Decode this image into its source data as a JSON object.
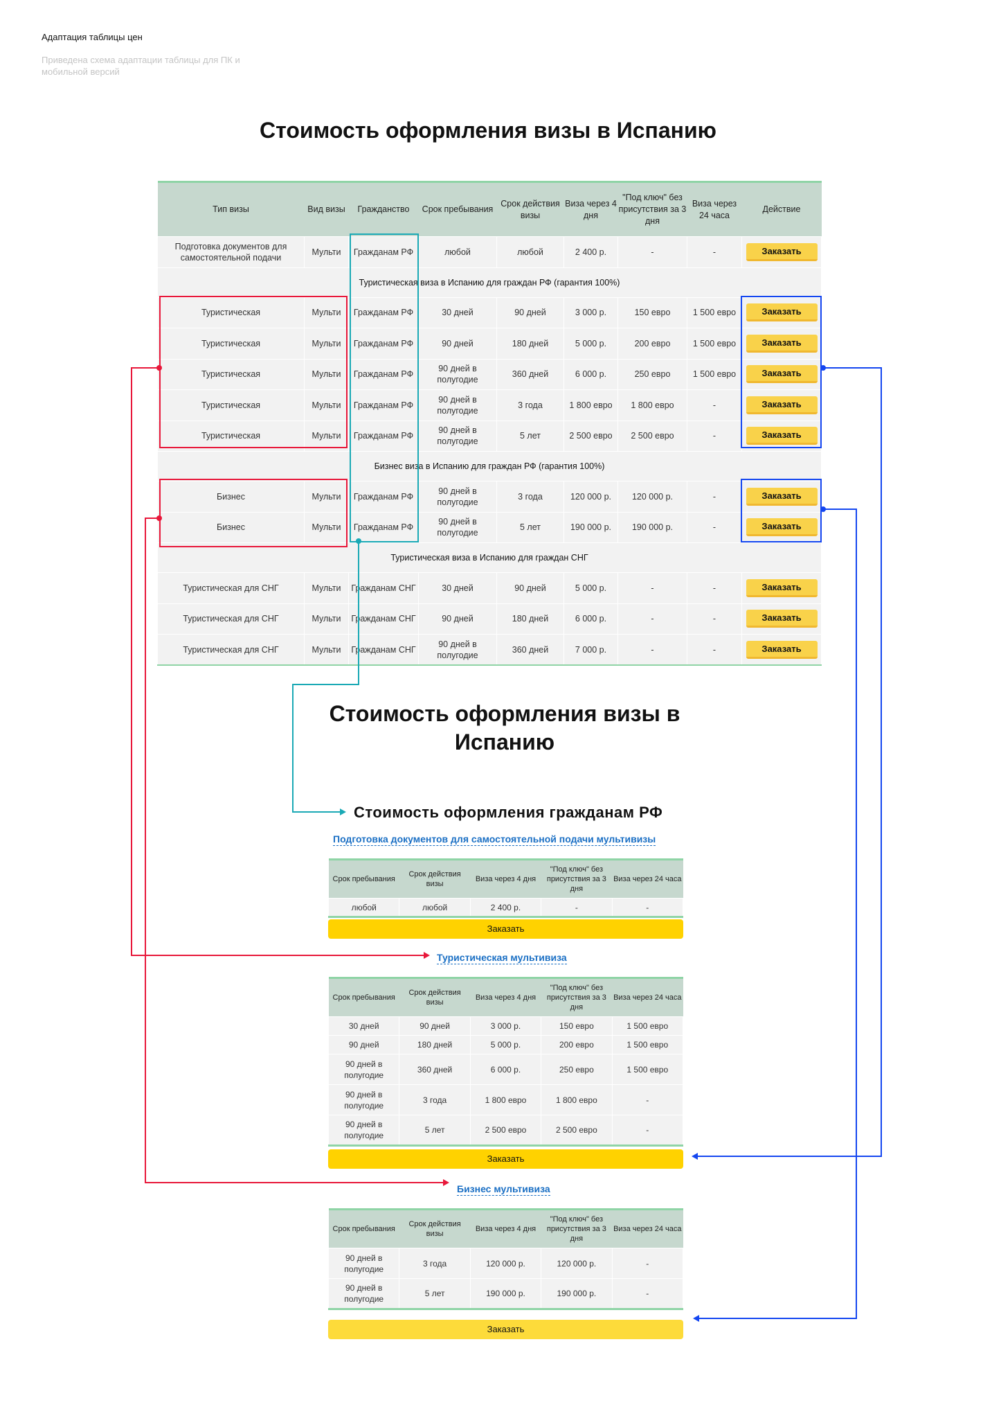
{
  "header": {
    "title": "Адаптация таблицы цен",
    "subtitle": "Приведена схема адаптации таблицы для ПК и мобильной версий"
  },
  "desktop": {
    "title": "Стоимость оформления визы в Испанию",
    "columns": [
      "Тип визы",
      "Вид визы",
      "Гражданство",
      "Срок пребывания",
      "Срок действия визы",
      "Виза через 4 дня",
      "\"Под ключ\" без присутствия за 3 дня",
      "Виза через 24 часа",
      "Действие"
    ],
    "button_label": "Заказать",
    "rows": [
      {
        "cells": [
          "Подготовка документов для самостоятельной подачи",
          "Мульти",
          "Гражданам РФ",
          "любой",
          "любой",
          "2 400 р.",
          "-",
          "-"
        ]
      },
      {
        "section": "Туристическая виза в Испанию для граждан РФ (гарантия 100%)"
      },
      {
        "cells": [
          "Туристическая",
          "Мульти",
          "Гражданам РФ",
          "30 дней",
          "90 дней",
          "3 000 р.",
          "150 евро",
          "1 500 евро"
        ]
      },
      {
        "cells": [
          "Туристическая",
          "Мульти",
          "Гражданам РФ",
          "90 дней",
          "180 дней",
          "5 000 р.",
          "200 евро",
          "1 500 евро"
        ]
      },
      {
        "cells": [
          "Туристическая",
          "Мульти",
          "Гражданам РФ",
          "90 дней в полугодие",
          "360 дней",
          "6 000 р.",
          "250 евро",
          "1 500 евро"
        ]
      },
      {
        "cells": [
          "Туристическая",
          "Мульти",
          "Гражданам РФ",
          "90 дней в полугодие",
          "3 года",
          "1 800 евро",
          "1 800 евро",
          "-"
        ]
      },
      {
        "cells": [
          "Туристическая",
          "Мульти",
          "Гражданам РФ",
          "90 дней в полугодие",
          "5 лет",
          "2 500 евро",
          "2 500 евро",
          "-"
        ]
      },
      {
        "section": "Бизнес виза в Испанию для граждан РФ (гарантия 100%)"
      },
      {
        "cells": [
          "Бизнес",
          "Мульти",
          "Гражданам РФ",
          "90 дней в полугодие",
          "3 года",
          "120 000 р.",
          "120 000 р.",
          "-"
        ]
      },
      {
        "cells": [
          "Бизнес",
          "Мульти",
          "Гражданам РФ",
          "90 дней в полугодие",
          "5 лет",
          "190 000 р.",
          "190 000 р.",
          "-"
        ]
      },
      {
        "section": "Туристическая виза в Испанию для граждан СНГ"
      },
      {
        "cells": [
          "Туристическая для СНГ",
          "Мульти",
          "Гражданам СНГ",
          "30 дней",
          "90 дней",
          "5 000 р.",
          "-",
          "-"
        ]
      },
      {
        "cells": [
          "Туристическая для СНГ",
          "Мульти",
          "Гражданам СНГ",
          "90 дней",
          "180 дней",
          "6 000 р.",
          "-",
          "-"
        ]
      },
      {
        "cells": [
          "Туристическая для СНГ",
          "Мульти",
          "Гражданам СНГ",
          "90 дней в полугодие",
          "360 дней",
          "7 000 р.",
          "-",
          "-"
        ]
      }
    ]
  },
  "mobile": {
    "title": "Стоимость оформления визы в Испанию",
    "subtitle": "Стоимость оформления гражданам РФ",
    "columns": [
      "Срок пребывания",
      "Срок действия визы",
      "Виза через 4 дня",
      "\"Под ключ\" без присутствия за 3 дня",
      "Виза через 24 часа"
    ],
    "button_label": "Заказать",
    "tables": [
      {
        "link": "Подготовка документов для самостоятельной подачи мультивизы",
        "rows": [
          [
            "любой",
            "любой",
            "2 400 р.",
            "-",
            "-"
          ]
        ]
      },
      {
        "link": "Туристическая мультивиза",
        "rows": [
          [
            "30 дней",
            "90 дней",
            "3 000 р.",
            "150 евро",
            "1 500 евро"
          ],
          [
            "90 дней",
            "180 дней",
            "5 000 р.",
            "200 евро",
            "1 500 евро"
          ],
          [
            "90 дней в полугодие",
            "360 дней",
            "6 000 р.",
            "250 евро",
            "1 500 евро"
          ],
          [
            "90 дней в полугодие",
            "3 года",
            "1 800 евро",
            "1 800 евро",
            "-"
          ],
          [
            "90 дней в полугодие",
            "5 лет",
            "2 500 евро",
            "2 500 евро",
            "-"
          ]
        ]
      },
      {
        "link": "Бизнес мультивиза",
        "rows": [
          [
            "90 дней в полугодие",
            "3 года",
            "120 000 р.",
            "120 000 р.",
            "-"
          ],
          [
            "90 дней в полугодие",
            "5 лет",
            "190 000 р.",
            "190 000 р.",
            "-"
          ]
        ]
      }
    ]
  },
  "colors": {
    "red": "#e8173a",
    "blue": "#1446f0",
    "cyan": "#1aa9b5",
    "header_bg": "#c6d8ce",
    "accent_green": "#8fd4a6",
    "button": "#f9d24a"
  }
}
